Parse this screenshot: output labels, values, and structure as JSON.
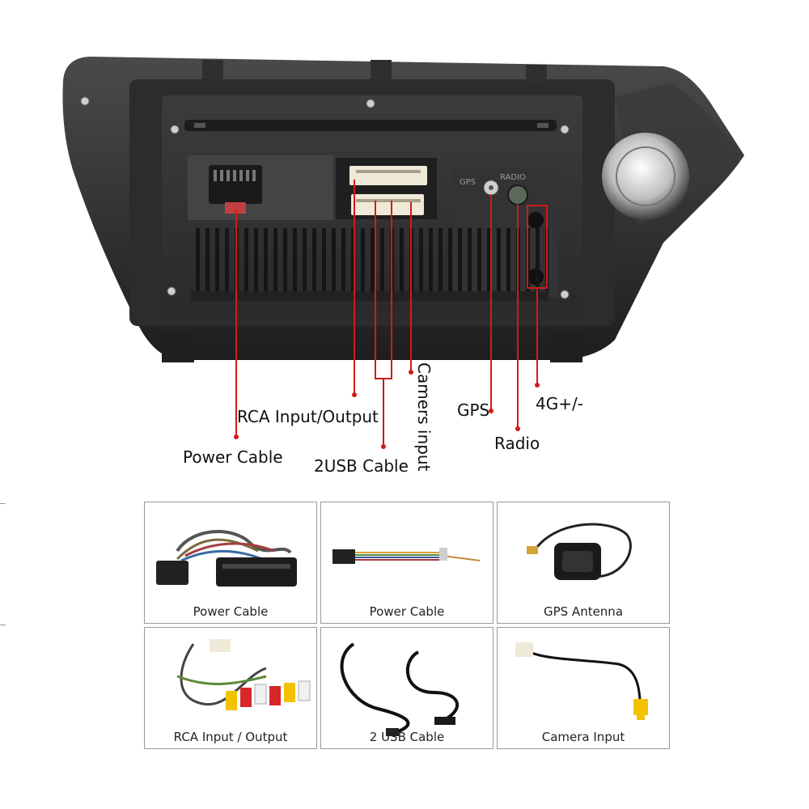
{
  "callouts": {
    "power_cable": "Power Cable",
    "rca": "RCA Input/Output",
    "usb": "2USB Cable",
    "camera": "Camers input",
    "gps": "GPS",
    "radio": "Radio",
    "lte": "4G+/-"
  },
  "panel_text": {
    "gps": "GPS",
    "radio": "RADIO"
  },
  "accessories": [
    {
      "label": "Power Cable"
    },
    {
      "label": "Power Cable"
    },
    {
      "label": "GPS Antenna"
    },
    {
      "label": "RCA Input / Output"
    },
    {
      "label": "2 USB Cable"
    },
    {
      "label": "Camera Input"
    }
  ],
  "colors": {
    "callout_red": "#d11a1a",
    "plastic_dark": "#262626",
    "plastic_mid": "#3a3a3a",
    "connector_cream": "#efe9d8",
    "rca_yellow": "#f2c200",
    "rca_red": "#d62828",
    "rca_white": "#f0f0f0"
  }
}
